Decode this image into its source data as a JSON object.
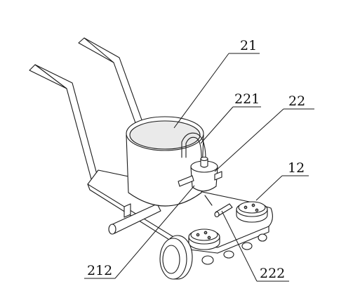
{
  "labels": {
    "l21": "21",
    "l221": "221",
    "l22": "22",
    "l12": "12",
    "l212": "212",
    "l222": "222"
  }
}
